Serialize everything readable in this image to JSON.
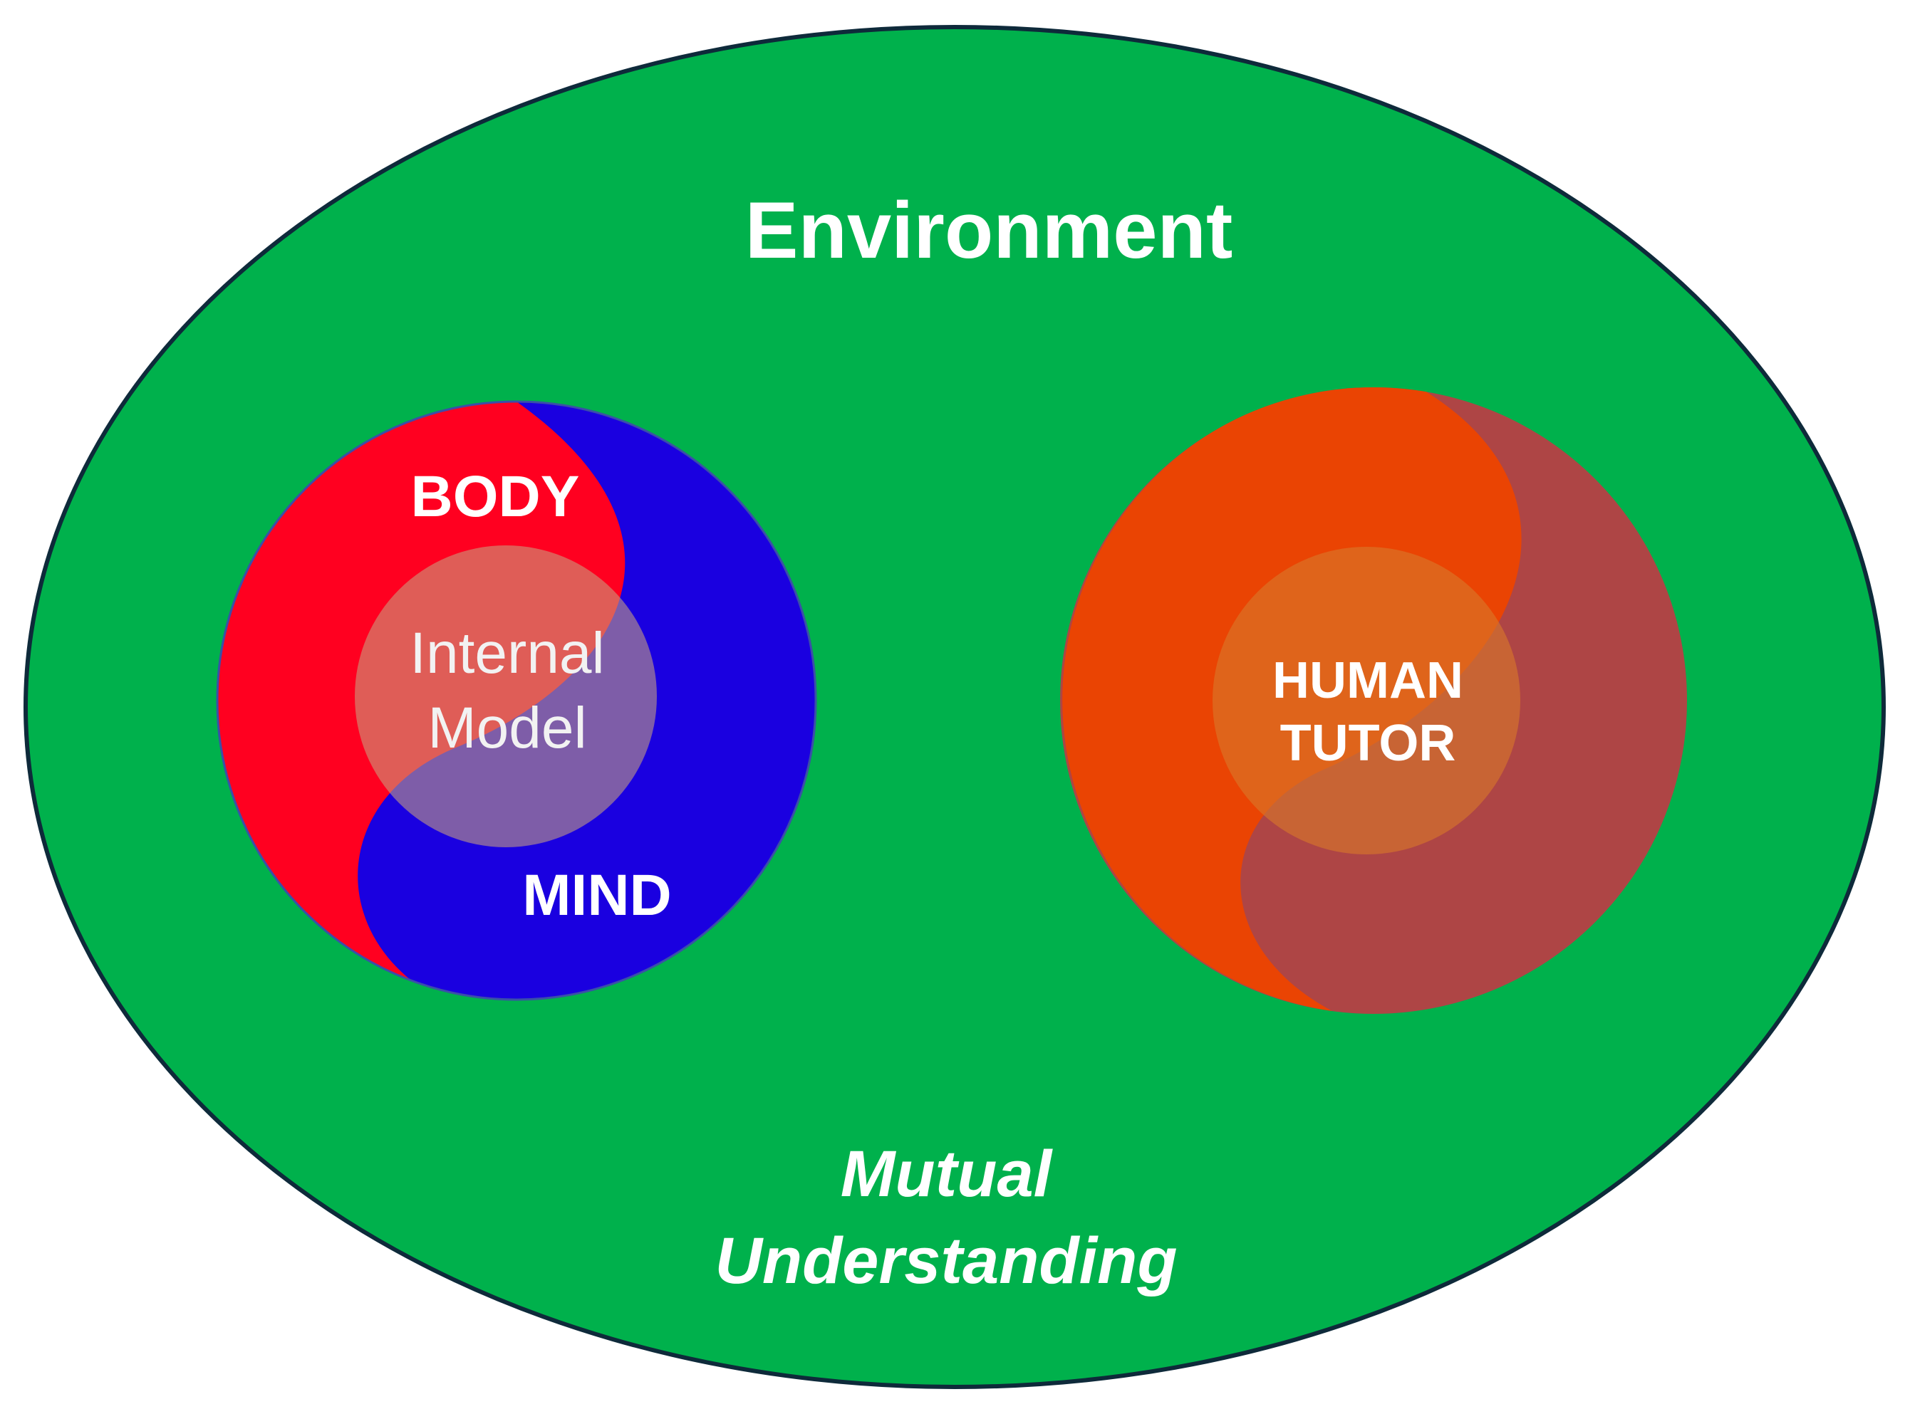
{
  "environment": {
    "title": "Environment",
    "footer_line1": "Mutual",
    "footer_line2": "Understanding"
  },
  "agent": {
    "body_label": "BODY",
    "mind_label": "MIND",
    "model_line1": "Internal",
    "model_line2": "Model"
  },
  "tutor": {
    "line1": "HUMAN",
    "line2": "TUTOR"
  },
  "colors": {
    "environment_fill": "#00B14C",
    "environment_stroke": "#0E2A3A",
    "body_red": "#FF0020",
    "mind_blue": "#1A00E0",
    "model_overlay": "#C8A080",
    "tutor_orange": "#EA4403",
    "tutor_brown": "#AE4545",
    "tutor_overlay": "#D8782A",
    "text_light": "#FFFFFF"
  }
}
